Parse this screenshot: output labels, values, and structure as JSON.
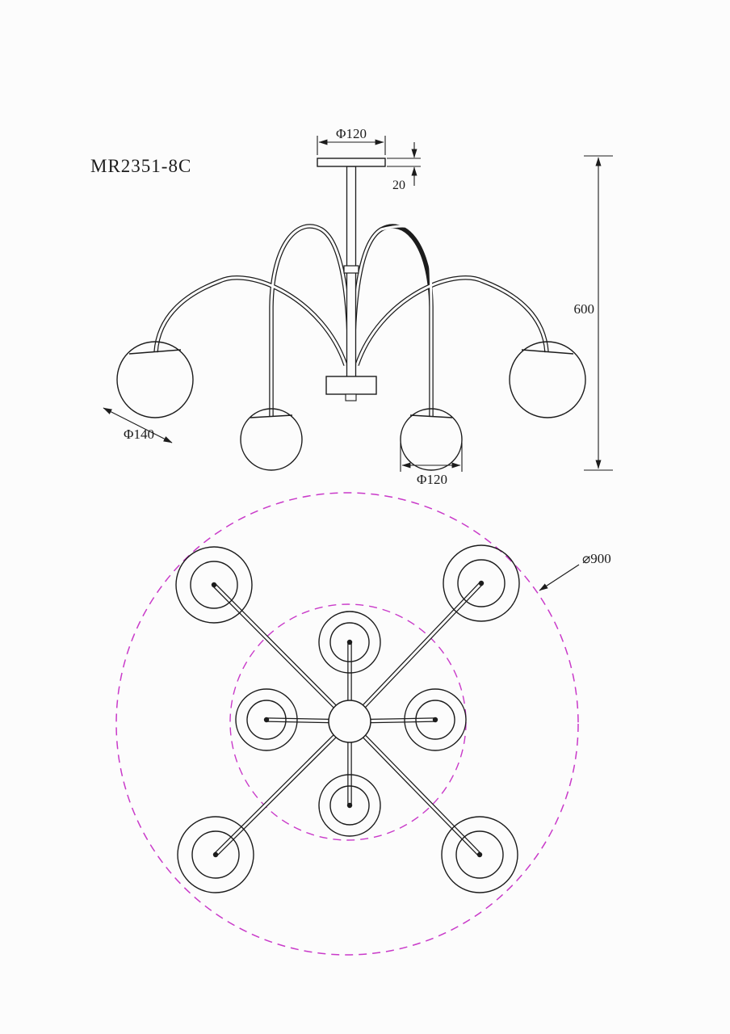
{
  "title": {
    "model": "MR2351-8C"
  },
  "elevation": {
    "dim_plate_diameter": "Φ120",
    "dim_plate_thickness": "20",
    "dim_height": "600",
    "dim_large_globe": "Φ140",
    "dim_small_globe": "Φ120"
  },
  "plan": {
    "dim_overall_diameter": "⌀900"
  },
  "colors": {
    "line": "#1c1c1c",
    "accent_dashed": "#c93ac9",
    "background": "#fcfcfc"
  }
}
